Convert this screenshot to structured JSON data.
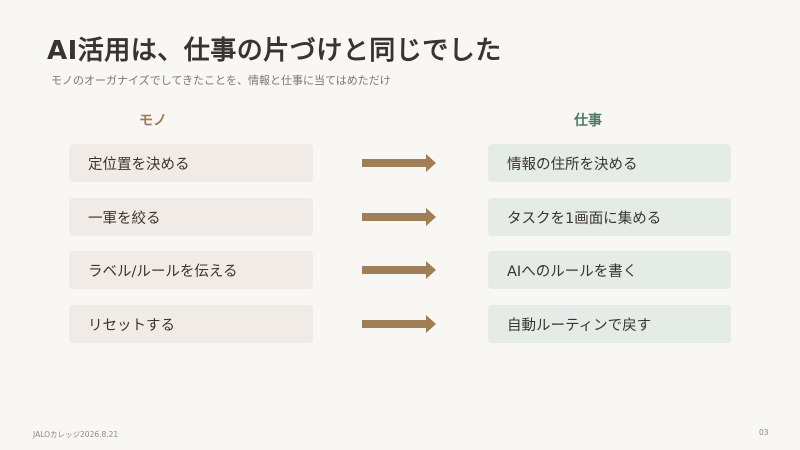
{
  "title": "AI活用は、仕事の片づけと同じでした",
  "subtitle": "モノのオーガナイズでしてきたことを、情報と仕事に当てはめただけ",
  "columns": {
    "left_header": "モノ",
    "right_header": "仕事"
  },
  "rows": [
    {
      "left": "定位置を決める",
      "right": "情報の住所を決める"
    },
    {
      "left": "一軍を絞る",
      "right": "タスクを1画面に集める"
    },
    {
      "left": "ラベル/ルールを伝える",
      "right": "AIへのルールを書く"
    },
    {
      "left": "リセットする",
      "right": "自動ルーティンで戻す"
    }
  ],
  "footer": {
    "left": "JALOカレッジ2026.8.21",
    "page_number": "03"
  },
  "colors": {
    "background": "#f9f7f4",
    "left_header": "#a07a50",
    "right_header": "#4e7a62",
    "left_box": "#f0ebe6",
    "right_box": "#e5ebe6",
    "arrow": "#a07f58"
  },
  "icons": {
    "arrow": "right-arrow-icon"
  }
}
